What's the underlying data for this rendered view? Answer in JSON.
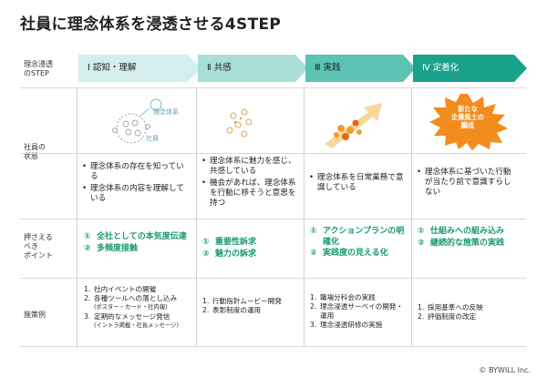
{
  "title": "社員に理念体系を浸透させる4STEP",
  "row_labels": {
    "step": "理念浸透\nのSTEP",
    "state": "社員の\n状態",
    "points": "押さえる\nべき\nポイント",
    "measures": "施策例"
  },
  "steps": [
    {
      "label": "Ⅰ 認知・理解",
      "color": "#d3eeec"
    },
    {
      "label": "Ⅱ 共感",
      "color": "#a9dfd8"
    },
    {
      "label": "Ⅲ 実践",
      "color": "#5cc3b5"
    },
    {
      "label": "Ⅳ 定着化",
      "color": "#1aa28b"
    }
  ],
  "illustration": {
    "label_philosophy": "理念体系",
    "label_employee": "社員",
    "burst_text": "新たな\n企業風土の\n醸成"
  },
  "states": [
    [
      "理念体系の存在を知っている",
      "理念体系の内容を理解している"
    ],
    [
      "理念体系に魅力を感じ、共感している",
      "機会があれば、理念体系を行動に移そうと意思を持つ"
    ],
    [
      "理念体系を日常業務で意識している"
    ],
    [
      "理念体系に基づいた行動が当たり前で意識すらしない"
    ]
  ],
  "points": [
    [
      {
        "num": "①",
        "text": "全社としての本気度伝達"
      },
      {
        "num": "②",
        "text": "多頻度接触"
      }
    ],
    [
      {
        "num": "①",
        "text": "重要性訴求"
      },
      {
        "num": "②",
        "text": "魅力の訴求"
      }
    ],
    [
      {
        "num": "①",
        "text": "アクションプランの明確化"
      },
      {
        "num": "②",
        "text": "実践度の見える化"
      }
    ],
    [
      {
        "num": "①",
        "text": "仕組みへの組み込み"
      },
      {
        "num": "②",
        "text": "継続的な施策の実践"
      }
    ]
  ],
  "measures": [
    [
      {
        "num": "1.",
        "text": "社内イベントの開催"
      },
      {
        "num": "2.",
        "text": "各種ツールへの落とし込み",
        "note": "(ポスター・カード・社内報)"
      },
      {
        "num": "3.",
        "text": "定期的なメッセージ発信",
        "note": "(イントラ掲載・社長メッセージ)"
      }
    ],
    [
      {
        "num": "1.",
        "text": "行動指針ムービー開発"
      },
      {
        "num": "2.",
        "text": "表彰制度の運用"
      }
    ],
    [
      {
        "num": "1.",
        "text": "職場分科会の実践"
      },
      {
        "num": "2.",
        "text": "理念浸透サーベイの開発・運用"
      },
      {
        "num": "3.",
        "text": "理念浸透研修の実施"
      }
    ],
    [
      {
        "num": "1.",
        "text": "採用基準への反映"
      },
      {
        "num": "2.",
        "text": "評価制度の改定"
      }
    ]
  ],
  "copyright": "© BYWILL Inc."
}
